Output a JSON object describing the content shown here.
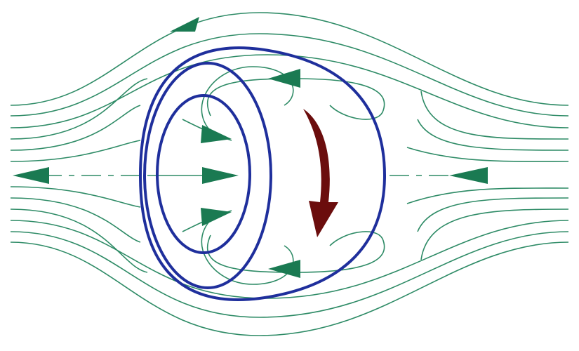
{
  "diagram": {
    "subject": "vortex-ring-with-flow-streamlines",
    "colors": {
      "background": "#ffffff",
      "streamline": "#2e8b66",
      "flow_arrow": "#1a7a52",
      "ring": "#1f2f9c",
      "rotation_arrow": "#6b0d0d"
    },
    "icons": {
      "flow_arrow": "triangle-arrowhead",
      "rotation_arrow": "curved-down-arrow"
    }
  }
}
